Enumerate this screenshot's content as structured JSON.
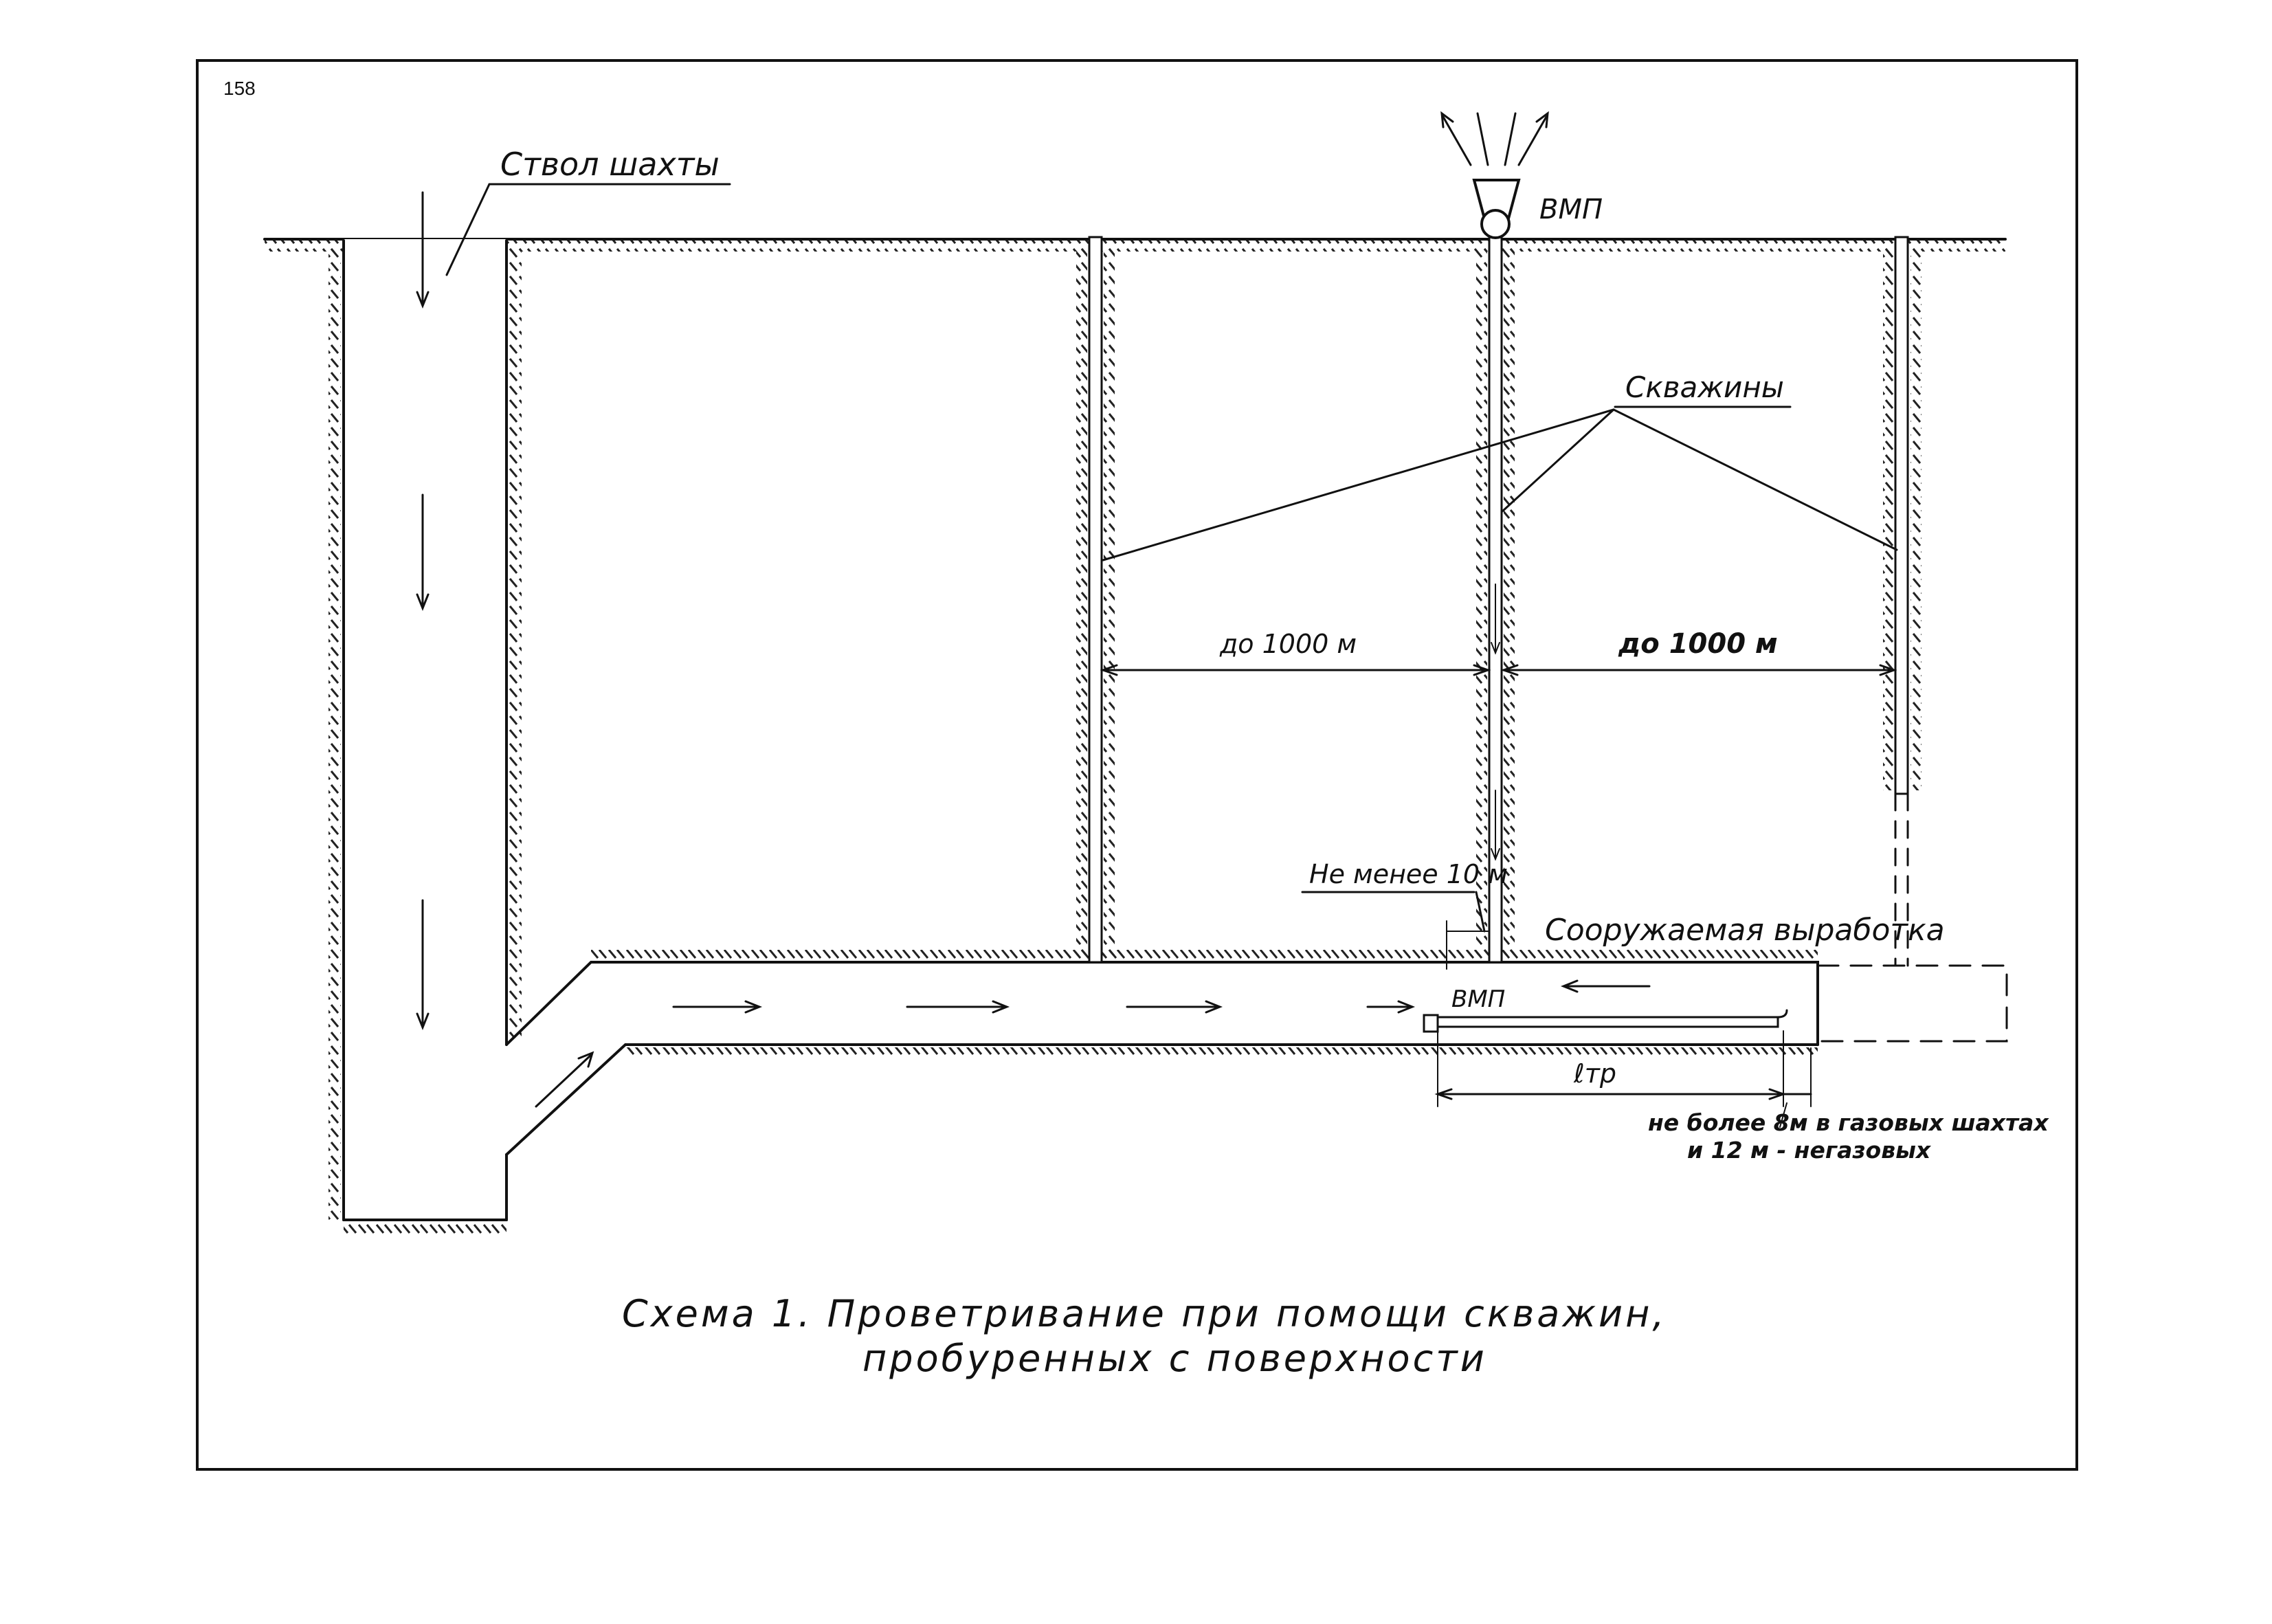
{
  "page": {
    "number": "158"
  },
  "labels": {
    "shaft": "Ствол шахты",
    "fan_top": "ВМП",
    "boreholes": "Скважины",
    "distance_left": "до 1000 м",
    "distance_right": "до 1000 м",
    "min_distance": "Не менее 10 м",
    "drift": "Сооружаемая выработка",
    "fan_bottom": "ВМП",
    "pipe_length": "ℓтр",
    "note_line1": "не более 8м в газовых шахтах",
    "note_line2": "и 12 м - негазовых"
  },
  "caption": {
    "line1": "Схема 1. Проветривание при помощи скважин,",
    "line2": "пробуренных с поверхности"
  },
  "colors": {
    "ink": "#111111",
    "paper": "#ffffff"
  }
}
